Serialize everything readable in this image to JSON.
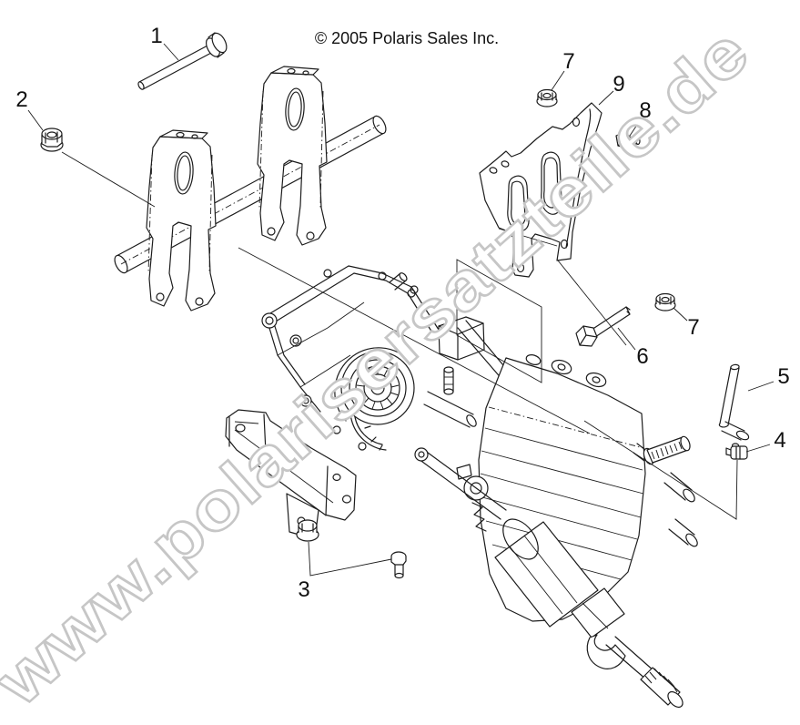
{
  "figure": {
    "copyright": "© 2005 Polaris Sales Inc."
  },
  "watermark": {
    "text": "www.polarisersatzteile.de",
    "outline_color": "#c6c6c6",
    "fill_color": "#ffffff"
  },
  "colors": {
    "background": "#ffffff",
    "line": "#1c1c1c"
  },
  "callouts": [
    {
      "id": "callout-1",
      "label": "1"
    },
    {
      "id": "callout-2",
      "label": "2"
    },
    {
      "id": "callout-3",
      "label": "3"
    },
    {
      "id": "callout-4",
      "label": "4"
    },
    {
      "id": "callout-5",
      "label": "5"
    },
    {
      "id": "callout-6",
      "label": "6"
    },
    {
      "id": "callout-7-top",
      "label": "7"
    },
    {
      "id": "callout-8",
      "label": "8"
    },
    {
      "id": "callout-9",
      "label": "9"
    },
    {
      "id": "callout-7-right",
      "label": "7"
    }
  ]
}
